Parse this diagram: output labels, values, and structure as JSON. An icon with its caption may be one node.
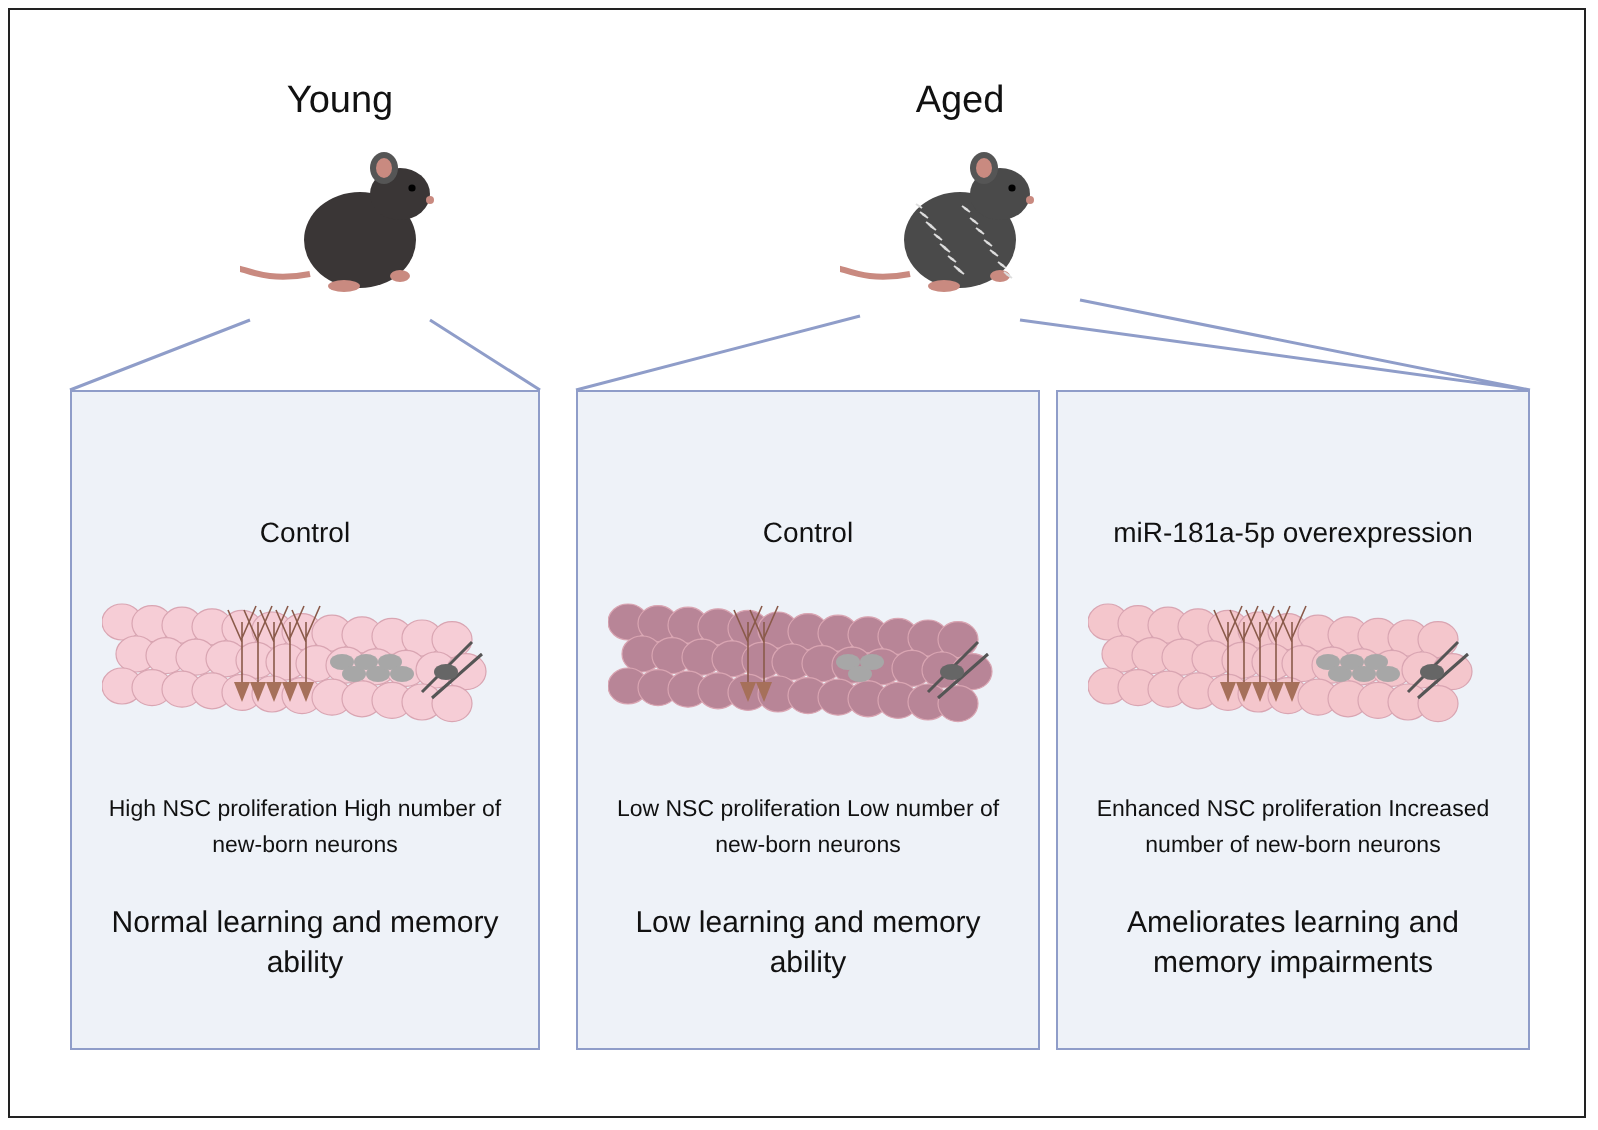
{
  "diagram": {
    "nodes": [
      {
        "text": [
          "Young"
        ]
      },
      {
        "text": [
          "Aged"
        ]
      },
      {
        "text": [
          "Control",
          "High NSC proliferation High number of new-born neurons",
          "Normal learning and memory ability"
        ]
      },
      {
        "text": [
          "Control",
          "Low NSC proliferation Low number of new-born neurons",
          "Low learning and memory ability"
        ]
      },
      {
        "text": [
          "miR-181a-5p overexpression",
          "Enhanced NSC proliferation Increased number of new-born neurons",
          "Ameliorates learning and memory impairments"
        ]
      }
    ],
    "edges": [
      {
        "from": 0,
        "to": 2,
        "arrow": "none"
      },
      {
        "from": 1,
        "to": 3,
        "arrow": "none"
      },
      {
        "from": 1,
        "to": 4,
        "arrow": "none"
      }
    ]
  }
}
